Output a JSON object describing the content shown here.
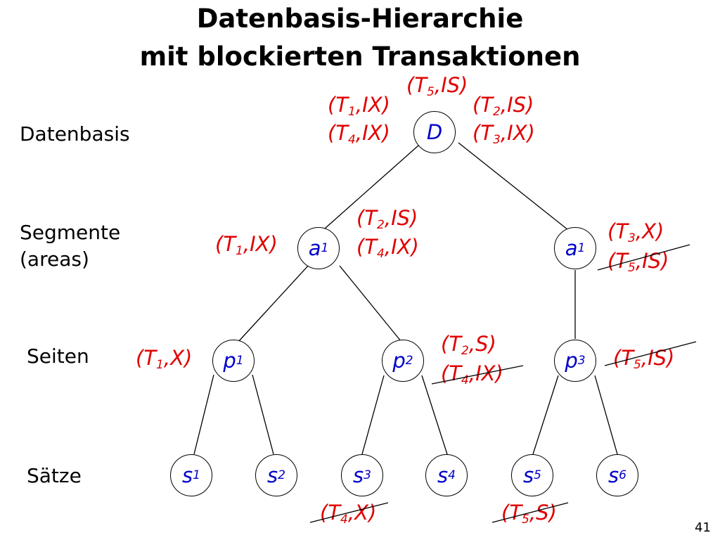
{
  "title": {
    "line1": "Datenbasis-Hierarchie",
    "line2": "mit blockierten Transaktionen"
  },
  "levels": {
    "datenbasis": "Datenbasis",
    "segmente": "Segmente",
    "areas": "(areas)",
    "seiten": "Seiten",
    "saetze": "Sätze"
  },
  "nodes": {
    "D": {
      "name": "D",
      "sub": ""
    },
    "a1l": {
      "name": "a",
      "sub": "1"
    },
    "a1r": {
      "name": "a",
      "sub": "1"
    },
    "p1": {
      "name": "p",
      "sub": "1"
    },
    "p2": {
      "name": "p",
      "sub": "2"
    },
    "p3": {
      "name": "p",
      "sub": "3"
    },
    "s1": {
      "name": "s",
      "sub": "1"
    },
    "s2": {
      "name": "s",
      "sub": "2"
    },
    "s3": {
      "name": "s",
      "sub": "3"
    },
    "s4": {
      "name": "s",
      "sub": "4"
    },
    "s5": {
      "name": "s",
      "sub": "5"
    },
    "s6": {
      "name": "s",
      "sub": "6"
    }
  },
  "locks": {
    "d_top": {
      "t": "5",
      "mode": "IS"
    },
    "d_l1": {
      "t": "1",
      "mode": "IX"
    },
    "d_l2": {
      "t": "4",
      "mode": "IX"
    },
    "d_r1": {
      "t": "2",
      "mode": "IS"
    },
    "d_r2": {
      "t": "3",
      "mode": "IX"
    },
    "a1l_l": {
      "t": "1",
      "mode": "IX"
    },
    "a1l_r1": {
      "t": "2",
      "mode": "IS"
    },
    "a1l_r2": {
      "t": "4",
      "mode": "IX"
    },
    "a1r_1": {
      "t": "3",
      "mode": "X"
    },
    "a1r_2": {
      "t": "5",
      "mode": "IS"
    },
    "p1_l": {
      "t": "1",
      "mode": "X"
    },
    "p2_1": {
      "t": "2",
      "mode": "S"
    },
    "p2_2": {
      "t": "4",
      "mode": "IX"
    },
    "p3_r": {
      "t": "5",
      "mode": "IS"
    },
    "s3_b": {
      "t": "4",
      "mode": "X"
    },
    "s5_b": {
      "t": "5",
      "mode": "S"
    }
  },
  "colors": {
    "lock_text": "#e00000",
    "node_text": "#0000cc",
    "strike": "#000000"
  },
  "page_number": "41"
}
